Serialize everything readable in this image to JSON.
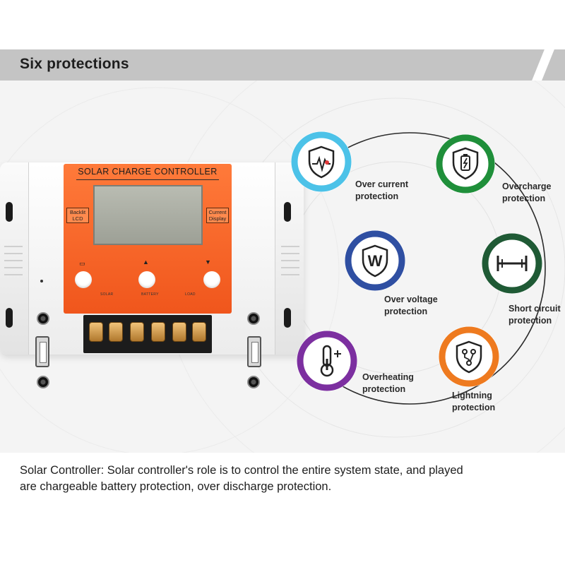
{
  "header": {
    "title": "Six protections"
  },
  "device": {
    "brand": "SOLAR CHARGE CONTROLLER",
    "lcd_left_label": "Backlit LCD",
    "lcd_right_label": "Current Display",
    "segments": [
      "SOLAR",
      "BATTERY",
      "LOAD"
    ]
  },
  "protections": [
    {
      "label_line1": "Over current",
      "label_line2": "protection",
      "color": "#4cc2e8",
      "icon": "shield-pulse-icon"
    },
    {
      "label_line1": "Overcharge",
      "label_line2": "protection",
      "color": "#1f8f3a",
      "icon": "battery-charge-icon"
    },
    {
      "label_line1": "Over voltage",
      "label_line2": "protection",
      "color": "#2f4fa2",
      "icon": "shield-w-icon"
    },
    {
      "label_line1": "Short circuit",
      "label_line2": "protection",
      "color": "#1f5a35",
      "icon": "short-circuit-icon"
    },
    {
      "label_line1": "Overheating",
      "label_line2": "protection",
      "color": "#7c2fa0",
      "icon": "thermometer-icon"
    },
    {
      "label_line1": "Lightning",
      "label_line2": "protection",
      "color": "#ee7a1f",
      "icon": "shield-circuit-icon"
    }
  ],
  "description": {
    "line1": "Solar Controller: Solar controller's role is to control the entire system state, and played",
    "line2": "are chargeable battery protection, over discharge protection."
  }
}
